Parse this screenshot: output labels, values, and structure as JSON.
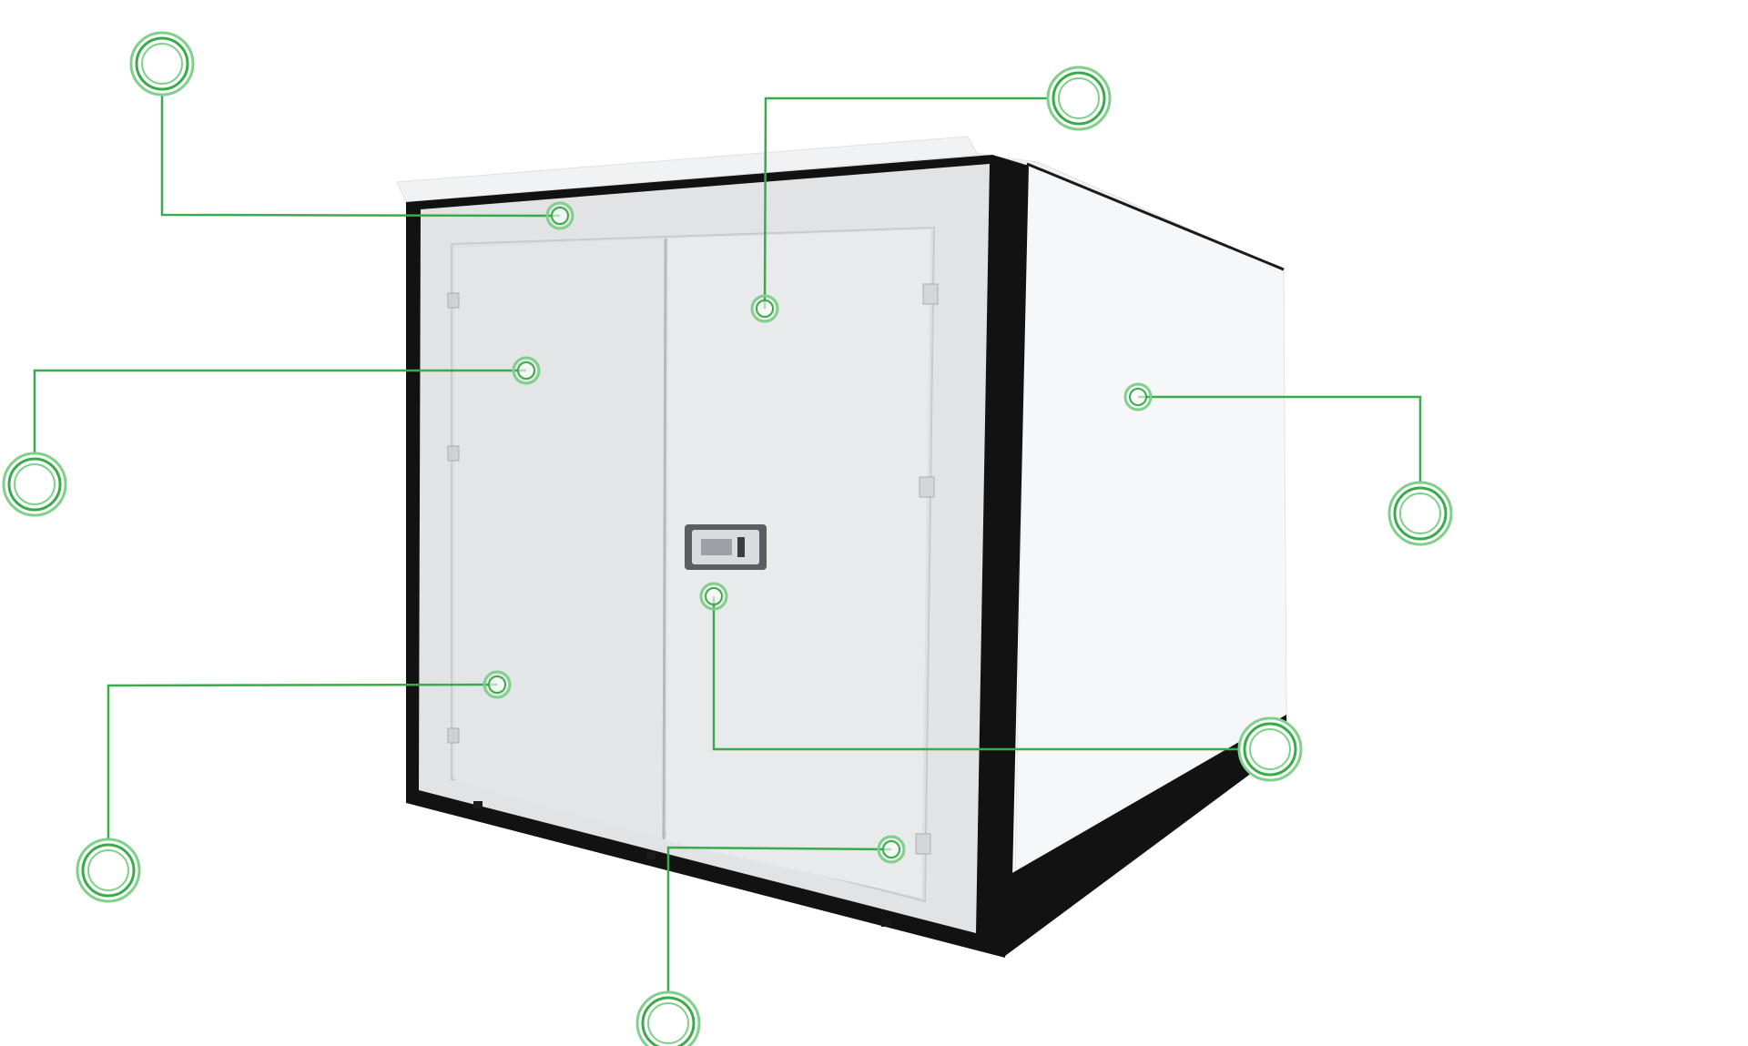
{
  "diagram": {
    "subject": "container-box",
    "colors": {
      "background": "#ffffff",
      "callout": "#3aab4a",
      "callout_light": "#7fd08a",
      "frame": "#111111",
      "panel_front": "#e3e4e6",
      "panel_side": "#f5f6f7",
      "roof": "#f1f2f3",
      "door_seam": "#b7b9bc",
      "latch": "#4a4d52"
    },
    "callouts": [
      {
        "id": "roof-rail"
      },
      {
        "id": "door-top"
      },
      {
        "id": "left-door-panel"
      },
      {
        "id": "side-wall"
      },
      {
        "id": "door-latch"
      },
      {
        "id": "left-door-lower"
      },
      {
        "id": "bottom-hinge"
      }
    ]
  }
}
